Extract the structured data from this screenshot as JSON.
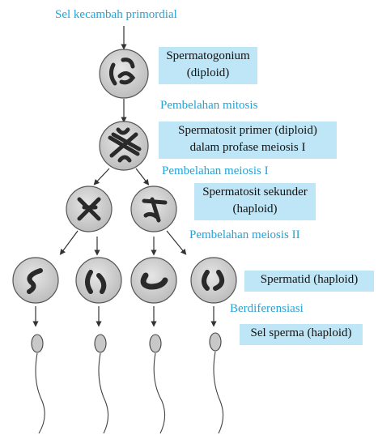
{
  "diagram": {
    "title": "Sel kecambah primordial",
    "stages": {
      "spermatogonium": {
        "line1": "Spermatogonium",
        "line2": "(diploid)"
      },
      "mitosis": "Pembelahan mitosis",
      "primary": {
        "line1": "Spermatosit primer (diploid)",
        "line2": "dalam profase meiosis I"
      },
      "meiosis1": "Pembelahan meiosis I",
      "secondary": {
        "line1": "Spermatosit sekunder",
        "line2": "(haploid)"
      },
      "meiosis2": "Pembelahan meiosis II",
      "spermatid": "Spermatid (haploid)",
      "differentiation": "Berdiferensiasi",
      "sperm": "Sel sperma (haploid)"
    },
    "colors": {
      "label_text": "#23a3d6",
      "box_fill": "#bfe6f7",
      "cell_fill": "#d0d0d0",
      "chromosome": "#2a2a2a"
    }
  }
}
